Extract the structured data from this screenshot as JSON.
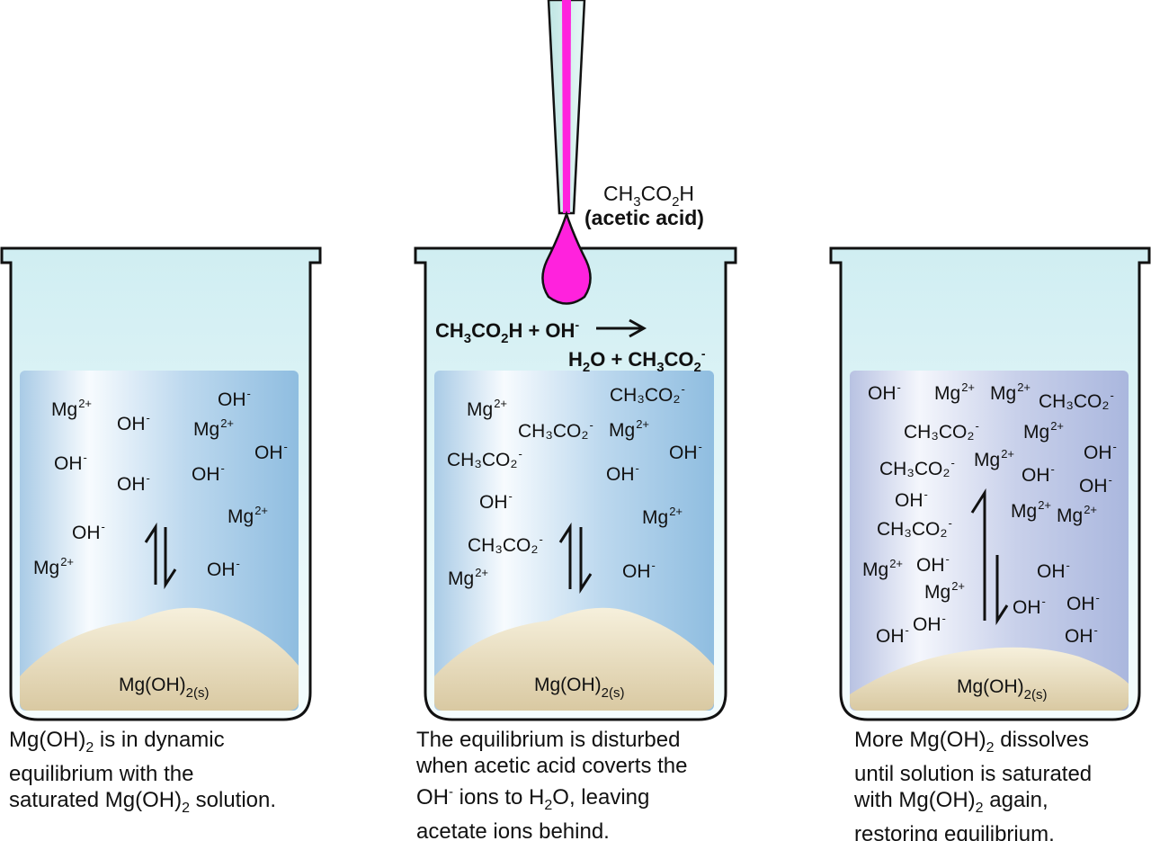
{
  "colors": {
    "drop": "#ff22dd",
    "liquid1": "#8fbde0",
    "liquid3": "#aebbe0",
    "glass": "#d6f1f4",
    "solid": "#e6dbc0"
  },
  "dropper": {
    "formula": {
      "a": "CH",
      "b": "3",
      "c": "CO",
      "d": "2",
      "e": "H"
    },
    "name": "(acetic acid)"
  },
  "reaction": {
    "left": {
      "a": "CH",
      "b": "3",
      "c": "CO",
      "d": "2",
      "e": "H + OH",
      "f": "-"
    },
    "right": {
      "a": "H",
      "b": "2",
      "c": "O + CH",
      "d": "3",
      "e": "CO",
      "f": "2",
      "g": "-"
    }
  },
  "solid_label": {
    "a": "Mg(OH)",
    "b": "2(s)"
  },
  "beakers": [
    {
      "ions": [
        {
          "b": "Mg",
          "s": "2+"
        },
        {
          "b": "OH",
          "s": "-"
        },
        {
          "b": "OH",
          "s": "-"
        },
        {
          "b": "Mg",
          "s": "2+"
        },
        {
          "b": "OH",
          "s": "-"
        },
        {
          "b": "OH",
          "s": "-"
        },
        {
          "b": "OH",
          "s": "-"
        },
        {
          "b": "OH",
          "s": "-"
        },
        {
          "b": "Mg",
          "s": "2+"
        },
        {
          "b": "OH",
          "s": "-"
        },
        {
          "b": "Mg",
          "s": "2+"
        },
        {
          "b": "OH",
          "s": "-"
        }
      ]
    },
    {
      "ions": [
        {
          "b": "Mg",
          "s": "2+"
        },
        {
          "b": "CH₃CO₂",
          "s": "-"
        },
        {
          "b": "CH₃CO₂",
          "s": "-"
        },
        {
          "b": "Mg",
          "s": "2+"
        },
        {
          "b": "CH₃CO₂",
          "s": "-"
        },
        {
          "b": "OH",
          "s": "-"
        },
        {
          "b": "OH",
          "s": "-"
        },
        {
          "b": "OH",
          "s": "-"
        },
        {
          "b": "Mg",
          "s": "2+"
        },
        {
          "b": "CH₃CO₂",
          "s": "-"
        },
        {
          "b": "OH",
          "s": "-"
        },
        {
          "b": "Mg",
          "s": "2+"
        }
      ]
    },
    {
      "ions": [
        {
          "b": "OH",
          "s": "-"
        },
        {
          "b": "Mg",
          "s": "2+"
        },
        {
          "b": "Mg",
          "s": "2+"
        },
        {
          "b": "CH₃CO₂",
          "s": "-"
        },
        {
          "b": "CH₃CO₂",
          "s": "-"
        },
        {
          "b": "Mg",
          "s": "2+"
        },
        {
          "b": "Mg",
          "s": "2+"
        },
        {
          "b": "OH",
          "s": "-"
        },
        {
          "b": "CH₃CO₂",
          "s": "-"
        },
        {
          "b": "OH",
          "s": "-"
        },
        {
          "b": "OH",
          "s": "-"
        },
        {
          "b": "OH",
          "s": "-"
        },
        {
          "b": "Mg",
          "s": "2+"
        },
        {
          "b": "Mg",
          "s": "2+"
        },
        {
          "b": "CH₃CO₂",
          "s": "-"
        },
        {
          "b": "Mg",
          "s": "2+"
        },
        {
          "b": "OH",
          "s": "-"
        },
        {
          "b": "OH",
          "s": "-"
        },
        {
          "b": "Mg",
          "s": "2+"
        },
        {
          "b": "OH",
          "s": "-"
        },
        {
          "b": "OH",
          "s": "-"
        },
        {
          "b": "OH",
          "s": "-"
        },
        {
          "b": "OH",
          "s": "-"
        },
        {
          "b": "OH",
          "s": "-"
        }
      ]
    }
  ],
  "captions": [
    {
      "l1a": "Mg(OH)",
      "l1b": "2",
      "l1c": " is in dynamic",
      "l2": "equilibrium with the",
      "l3a": "saturated Mg(OH)",
      "l3b": "2",
      "l3c": " solution."
    },
    {
      "l1": "The equilibrium is disturbed",
      "l2": "when acetic acid coverts the",
      "l3a": "OH",
      "l3b": "-",
      "l3c": " ions to H",
      "l3d": "2",
      "l3e": "O, leaving",
      "l4": "acetate ions behind."
    },
    {
      "l1a": "More Mg(OH)",
      "l1b": "2",
      "l1c": " dissolves",
      "l2": "until solution is saturated",
      "l3a": "with Mg(OH)",
      "l3b": "2",
      "l3c": " again,",
      "l4": "restoring equilibrium."
    }
  ]
}
